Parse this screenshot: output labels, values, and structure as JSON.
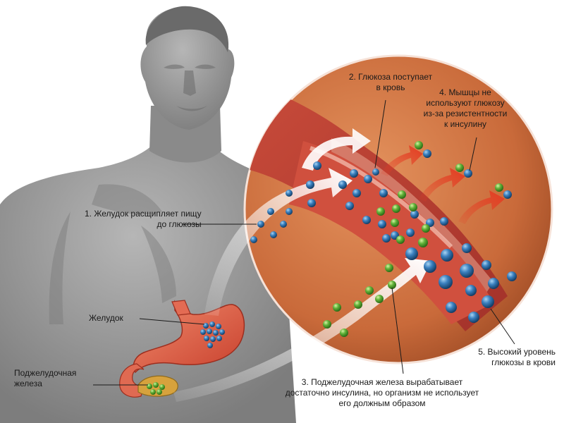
{
  "labels": {
    "step1_line1": "1. Желудок расщипляет пищу",
    "step1_line2": "до глюкозы",
    "step2_line1": "2. Глюкоза поступает",
    "step2_line2": "в кровь",
    "step3_line1": "3. Поджелудочная железа вырабатывает",
    "step3_line2": "достаточно инсулина, но организм не использует",
    "step3_line3": "его должным образом",
    "step4_line1": "4. Мышцы не",
    "step4_line2": "используют глюкозу",
    "step4_line3": "из-за резистентности",
    "step4_line4": "к инсулину",
    "step5_line1": "5. Высокий уровень",
    "step5_line2": "глюкозы в крови",
    "stomach": "Желудок",
    "pancreas_line1": "Поджелудочная",
    "pancreas_line2": "железа"
  },
  "colors": {
    "body_silhouette": "#8e8e8e",
    "magnifier_background": "#c96a3a",
    "vessel_wall": "#e9a892",
    "glucose_molecule": "#2f6fa8",
    "insulin_molecule": "#5aa832",
    "stomach": "#e0553f",
    "pancreas": "#d7a23d",
    "arrow_red": "#e53b22",
    "arrow_white": "#ffffff"
  }
}
